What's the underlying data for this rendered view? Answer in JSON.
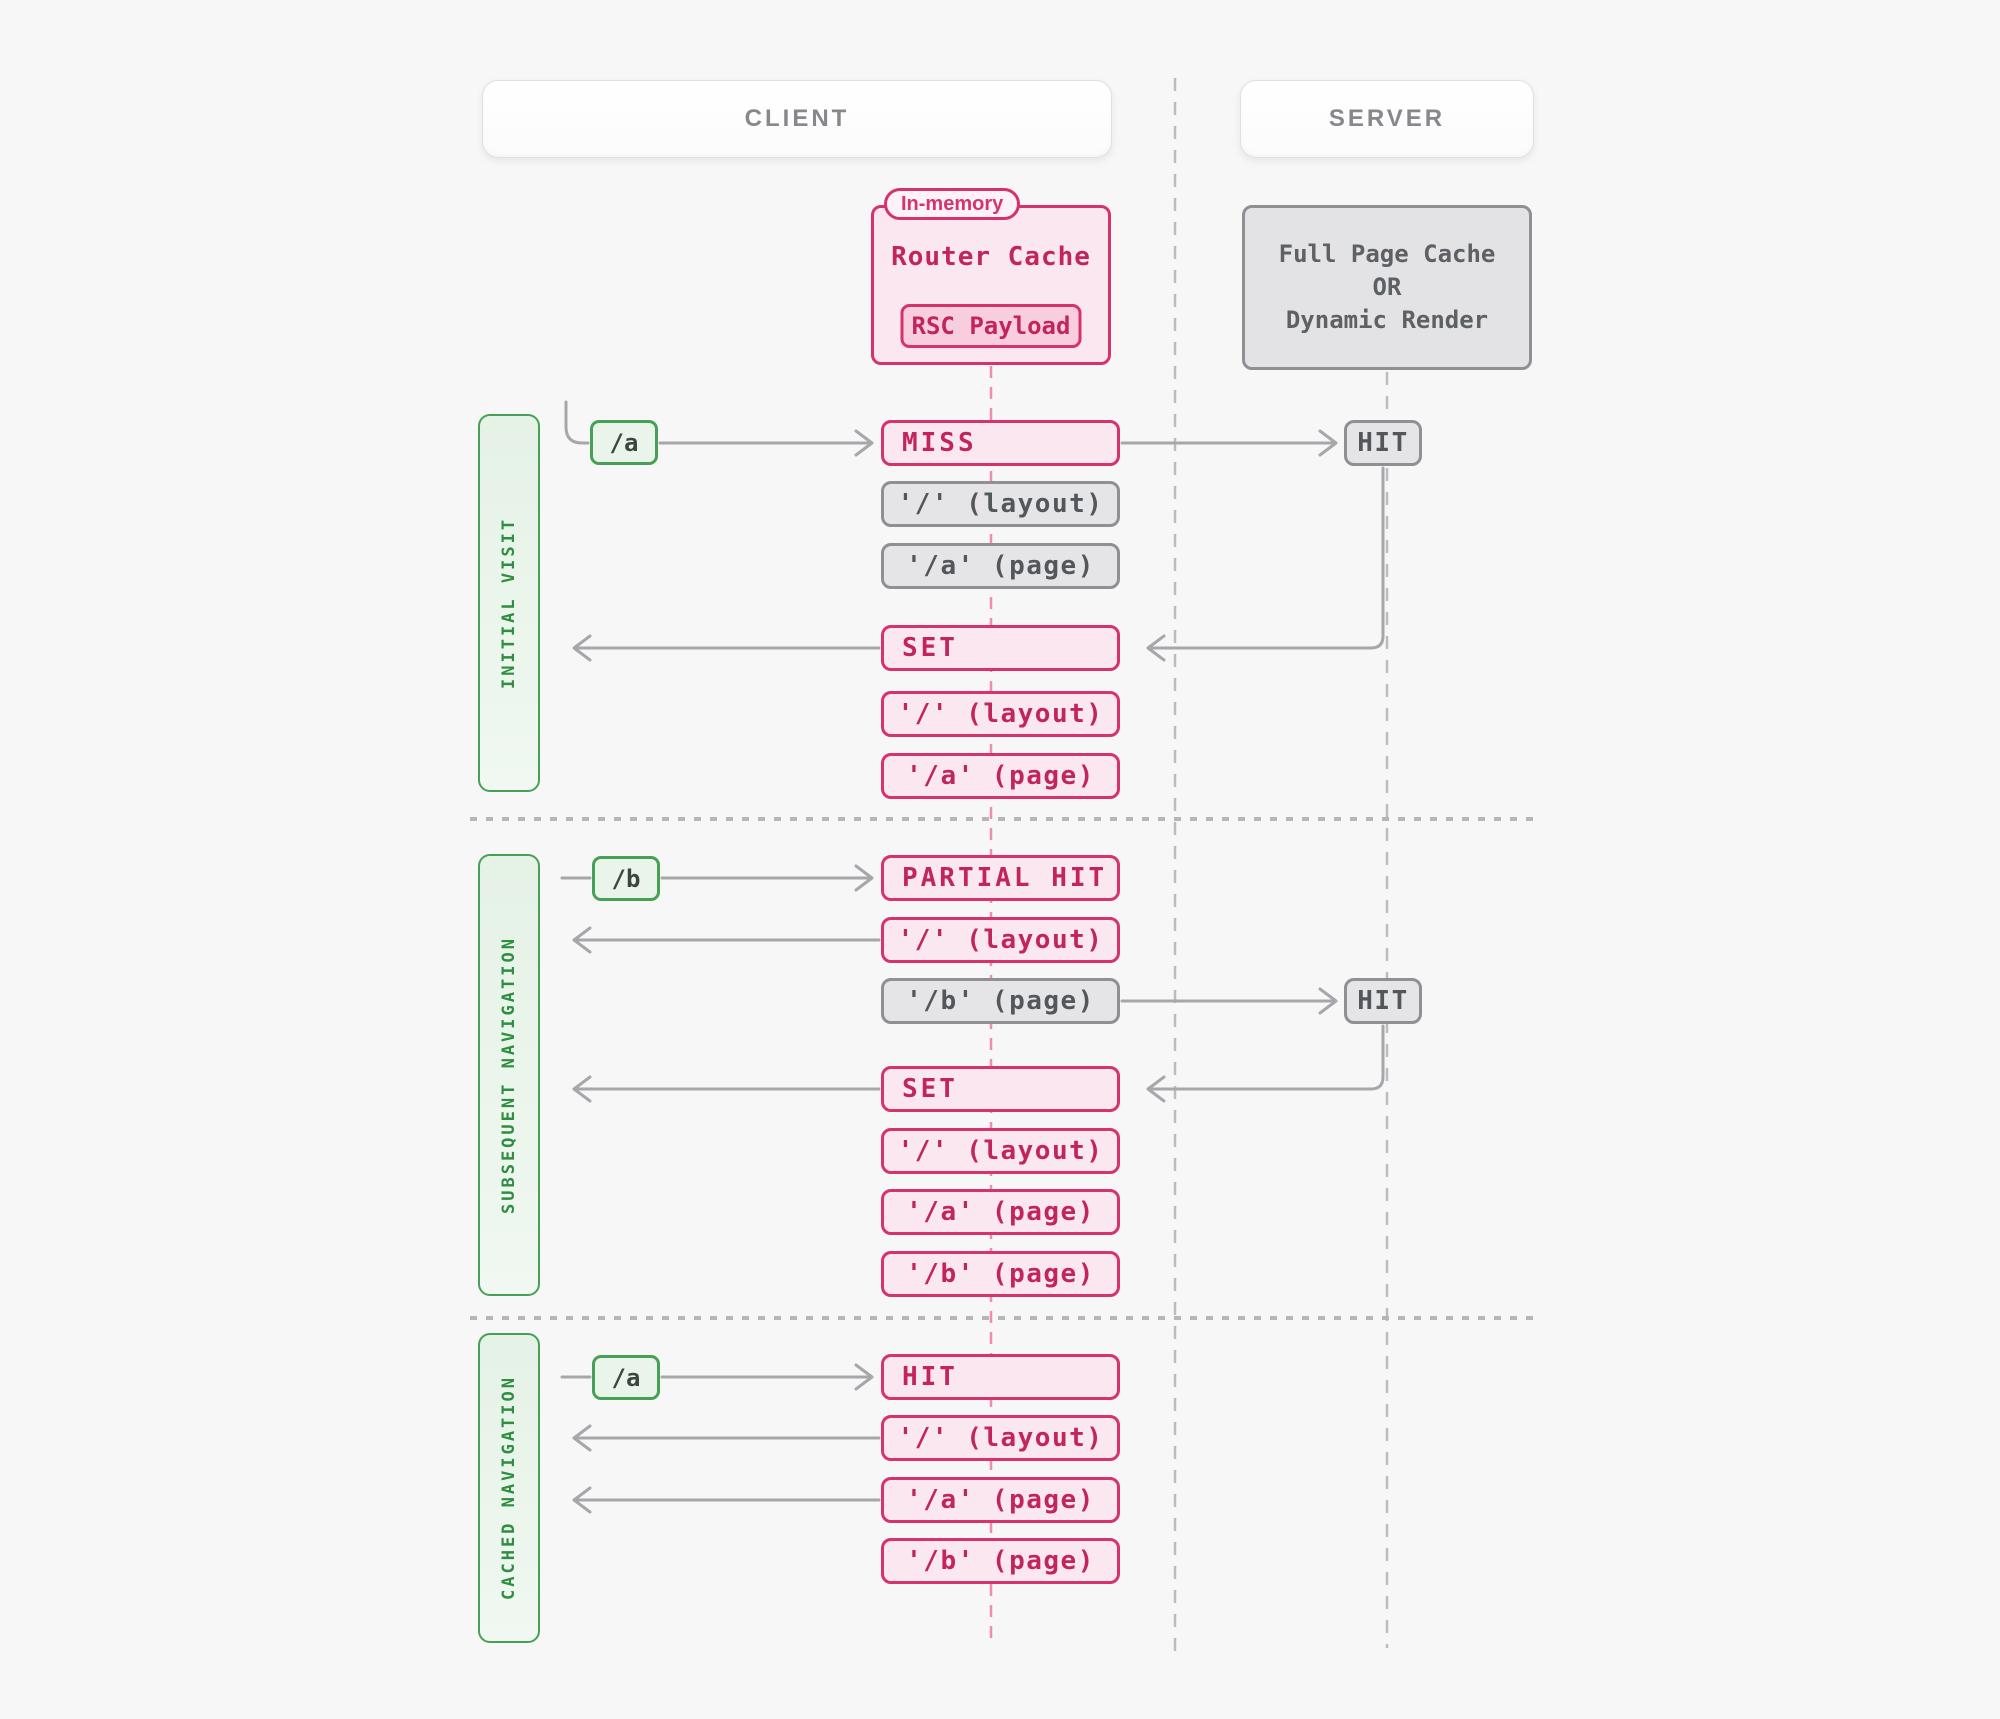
{
  "header": {
    "client_label": "CLIENT",
    "server_label": "SERVER"
  },
  "client_cache": {
    "tag": "In-memory",
    "title": "Router Cache",
    "payload_chip": "RSC Payload"
  },
  "server_cache": {
    "line1": "Full Page Cache",
    "line2": "OR",
    "line3": "Dynamic Render"
  },
  "sections": [
    {
      "label": "INITIAL VISIT",
      "route": "/a",
      "client_status": "MISS",
      "request_items": [
        "'/' (layout)",
        "'/a' (page)"
      ],
      "server_status": "HIT",
      "set_label": "SET",
      "set_items": [
        "'/' (layout)",
        "'/a' (page)"
      ]
    },
    {
      "label": "SUBSEQUENT NAVIGATION",
      "route": "/b",
      "client_status": "PARTIAL HIT",
      "cached_item": "'/' (layout)",
      "request_item": "'/b' (page)",
      "server_status": "HIT",
      "set_label": "SET",
      "set_items": [
        "'/' (layout)",
        "'/a' (page)",
        "'/b' (page)"
      ]
    },
    {
      "label": "CACHED NAVIGATION",
      "route": "/a",
      "client_status": "HIT",
      "cached_items": [
        "'/' (layout)",
        "'/a' (page)",
        "'/b' (page)"
      ]
    }
  ],
  "colors": {
    "pink_border": "#d6336c",
    "pink_text": "#c2255c",
    "pink_fill": "#fbe7ef",
    "green_border": "#46a156",
    "gray_border": "#8f8f94",
    "connector": "#a7a7ab",
    "dashed_guide": "#bcbcc0",
    "pink_guide": "#f18bb2"
  }
}
